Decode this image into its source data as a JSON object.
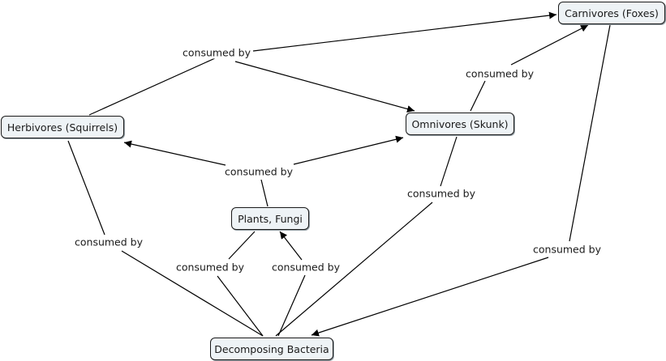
{
  "concepts": {
    "carnivores": "Carnivores (Foxes)",
    "omnivores": "Omnivores (Skunk)",
    "herbivores": "Herbivores (Squirrels)",
    "plants": "Plants, Fungi",
    "bacteria": "Decomposing Bacteria"
  },
  "link_label": "consumed by",
  "colors": {
    "node_fill": "#eef3f6",
    "line": "#000000"
  }
}
